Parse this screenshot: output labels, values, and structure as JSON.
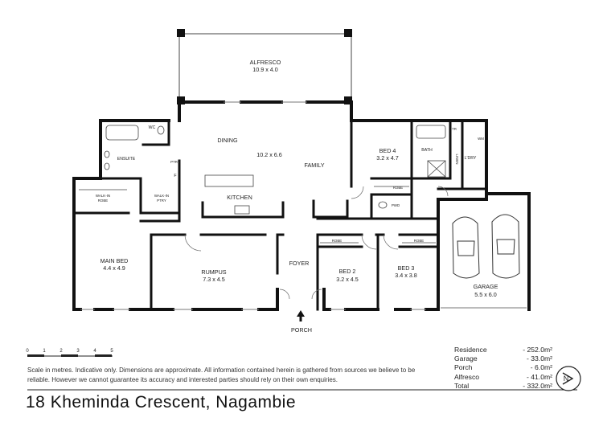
{
  "rooms": {
    "alfresco": {
      "name": "ALFRESCO",
      "dims": "10.9 x 4.0"
    },
    "dining": {
      "name": "DINING"
    },
    "living": {
      "dims": "10.2 x 6.6"
    },
    "family": {
      "name": "FAMILY"
    },
    "kitchen": {
      "name": "KITCHEN"
    },
    "ensuite": {
      "name": "ENSUITE"
    },
    "wc": {
      "name": "WC"
    },
    "walkin_robe": {
      "line1": "WALK-IN",
      "line2": "ROBE"
    },
    "walkin_ptry": {
      "line1": "WALK-IN",
      "line2": "PTRY"
    },
    "ptry": {
      "name": "PTRY"
    },
    "fridge": {
      "name": "F"
    },
    "main_bed": {
      "name": "MAIN BED",
      "dims": "4.4 x 4.9"
    },
    "rumpus": {
      "name": "RUMPUS",
      "dims": "7.3 x 4.5"
    },
    "foyer": {
      "name": "FOYER"
    },
    "porch": {
      "name": "PORCH"
    },
    "bed4": {
      "name": "BED 4",
      "dims": "3.2 x 4.7"
    },
    "robe_bed4": {
      "name": "ROBE"
    },
    "pwd": {
      "name": "PWD"
    },
    "bath": {
      "name": "BATH"
    },
    "linen": {
      "name": "LINEN"
    },
    "ldry": {
      "name": "L'DRY"
    },
    "wm": {
      "name": "WM"
    },
    "tub": {
      "name": "TR"
    },
    "bed2": {
      "name": "BED 2",
      "dims": "3.2 x 4.5"
    },
    "robe_bed2": {
      "name": "ROBE"
    },
    "bed3": {
      "name": "BED 3",
      "dims": "3.4 x 3.8"
    },
    "robe_bed3": {
      "name": "ROBE"
    },
    "garage": {
      "name": "GARAGE",
      "dims": "5.5 x 6.0"
    }
  },
  "scale": {
    "ticks": [
      "0",
      "1",
      "2",
      "3",
      "4",
      "5"
    ]
  },
  "disclaimer": "Scale in metres. Indicative only. Dimensions are approximate. All information contained herein is gathered from sources we believe to be reliable. However we cannot guarantee its accuracy and interested parties should rely on their own enquiries.",
  "address": "18 Kheminda Crescent, Nagambie",
  "areas": [
    {
      "label": "Residence",
      "value": "- 252.0m²"
    },
    {
      "label": "Garage",
      "value": "- 33.0m²"
    },
    {
      "label": "Porch",
      "value": "- 6.0m²"
    },
    {
      "label": "Alfresco",
      "value": "- 41.0m²"
    },
    {
      "label": "Total",
      "value": "- 332.0m²"
    }
  ],
  "compass": {
    "label": "N"
  }
}
